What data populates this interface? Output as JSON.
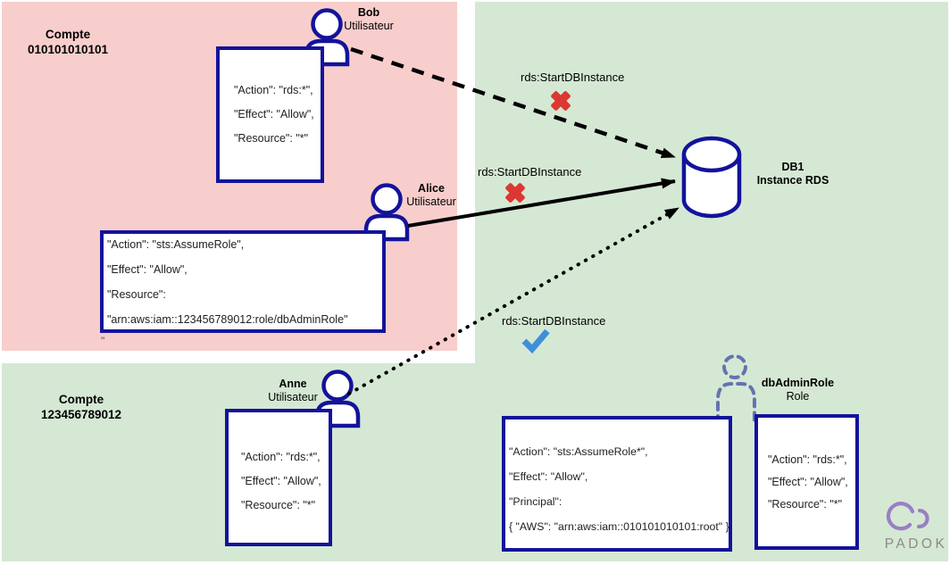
{
  "accounts": {
    "a1": {
      "line1": "Compte",
      "line2": "010101010101"
    },
    "a2": {
      "line1": "Compte",
      "line2": "123456789012"
    }
  },
  "users": {
    "bob": {
      "name": "Bob",
      "type": "Utilisateur"
    },
    "alice": {
      "name": "Alice",
      "type": "Utilisateur"
    },
    "anne": {
      "name": "Anne",
      "type": "Utilisateur"
    }
  },
  "database": {
    "name": "DB1",
    "type": "Instance RDS"
  },
  "role_node": {
    "name": "dbAdminRole",
    "type": "Role"
  },
  "policies": {
    "bob": {
      "lines": [
        "\"Action\": \"rds:*\",",
        "\"Effect\": \"Allow\",",
        "\"Resource\": \"*\""
      ]
    },
    "alice": {
      "lines": [
        "\"Action\": \"sts:AssumeRole\",",
        "\"Effect\": \"Allow\",",
        "\"Resource\":",
        "\"arn:aws:iam::123456789012:role/dbAdminRole\""
      ],
      "trailing_quote": "\""
    },
    "anne": {
      "lines": [
        "\"Action\": \"rds:*\",",
        "\"Effect\": \"Allow\",",
        "\"Resource\": \"*\""
      ]
    },
    "trust": {
      "lines": [
        "\"Action\": \"sts:AssumeRole*\",",
        "\"Effect\": \"Allow\",",
        "\"Principal\":",
        "{ \"AWS\": \"arn:aws:iam::010101010101:root\" }"
      ]
    },
    "role": {
      "lines": [
        "\"Action\": \"rds:*\",",
        "\"Effect\": \"Allow\",",
        "\"Resource\": \"*\""
      ]
    }
  },
  "arrows": {
    "bob": {
      "label": "rds:StartDBInstance",
      "status": "denied",
      "status_icon": "deny-cross-icon"
    },
    "alice": {
      "label": "rds:StartDBInstance",
      "status": "denied",
      "status_icon": "deny-cross-icon"
    },
    "anne": {
      "label": "rds:StartDBInstance",
      "status": "allowed",
      "status_icon": "allow-check-icon"
    }
  },
  "logo": {
    "text": "PADOK"
  },
  "colors": {
    "account1_bg": "#f8cecc",
    "account2_bg": "#d5e8d4",
    "node_border": "#13139b",
    "arrow": "#000000",
    "deny": "#dc3732",
    "allow": "#3f8fd8",
    "role_dashed": "#6473b0",
    "logo_purple": "#9b7fc4",
    "logo_text": "#8b8b83"
  }
}
